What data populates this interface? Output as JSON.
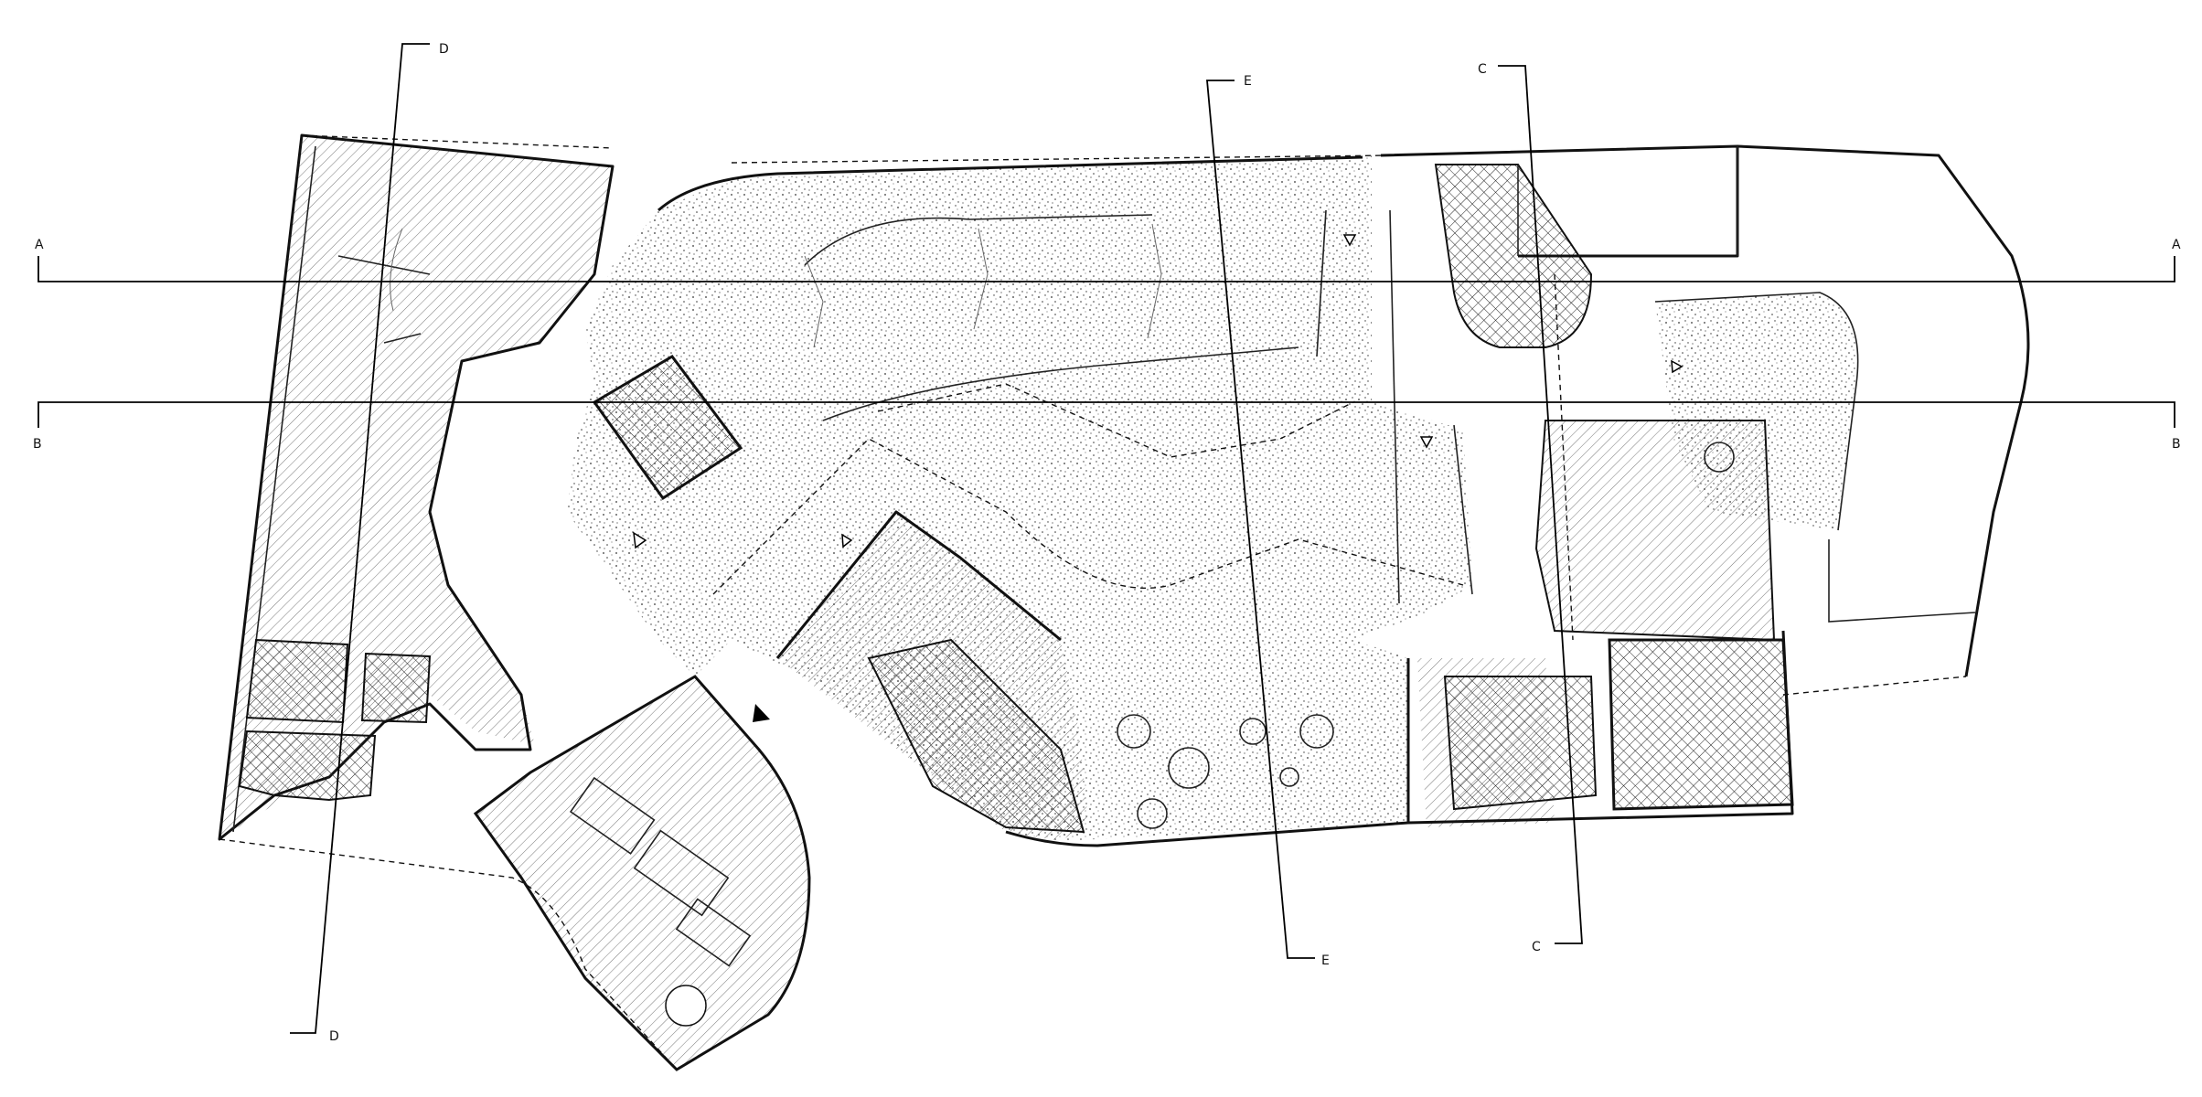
{
  "section_markers": [
    {
      "id": "A",
      "label": "A"
    },
    {
      "id": "B",
      "label": "B"
    },
    {
      "id": "C",
      "label": "C"
    },
    {
      "id": "D",
      "label": "D"
    },
    {
      "id": "E",
      "label": "E"
    }
  ],
  "colors": {
    "line": "#111111",
    "background": "#ffffff",
    "fill_dark": "#222222"
  },
  "icons": [
    "entrance-arrow-icon",
    "direction-triangle-icon"
  ]
}
